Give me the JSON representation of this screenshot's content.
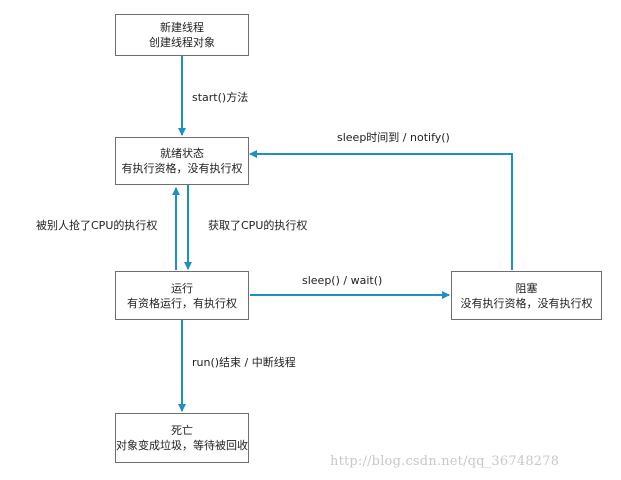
{
  "states": {
    "new": {
      "title": "新建线程",
      "desc": "创建线程对象"
    },
    "ready": {
      "title": "就绪状态",
      "desc": "有执行资格，没有执行权"
    },
    "running": {
      "title": "运行",
      "desc": "有资格运行，有执行权"
    },
    "blocked": {
      "title": "阻塞",
      "desc": "没有执行资格，没有执行权"
    },
    "dead": {
      "title": "死亡",
      "desc": "对象变成垃圾，等待被回收"
    }
  },
  "transitions": {
    "new_to_ready": "start()方法",
    "blocked_to_ready": "sleep时间到 / notify()",
    "running_to_ready": "被别人抢了CPU的执行权",
    "ready_to_running": "获取了CPU的执行权",
    "running_to_blocked": "sleep() / wait()",
    "running_to_dead": "run()结束 / 中断线程"
  },
  "watermark": "http://blog.csdn.net/qq_36748278",
  "colors": {
    "arrow": "#1e90c8",
    "box_border": "#6e6e6e",
    "text": "#222222",
    "watermark": "#c8c8c8"
  }
}
